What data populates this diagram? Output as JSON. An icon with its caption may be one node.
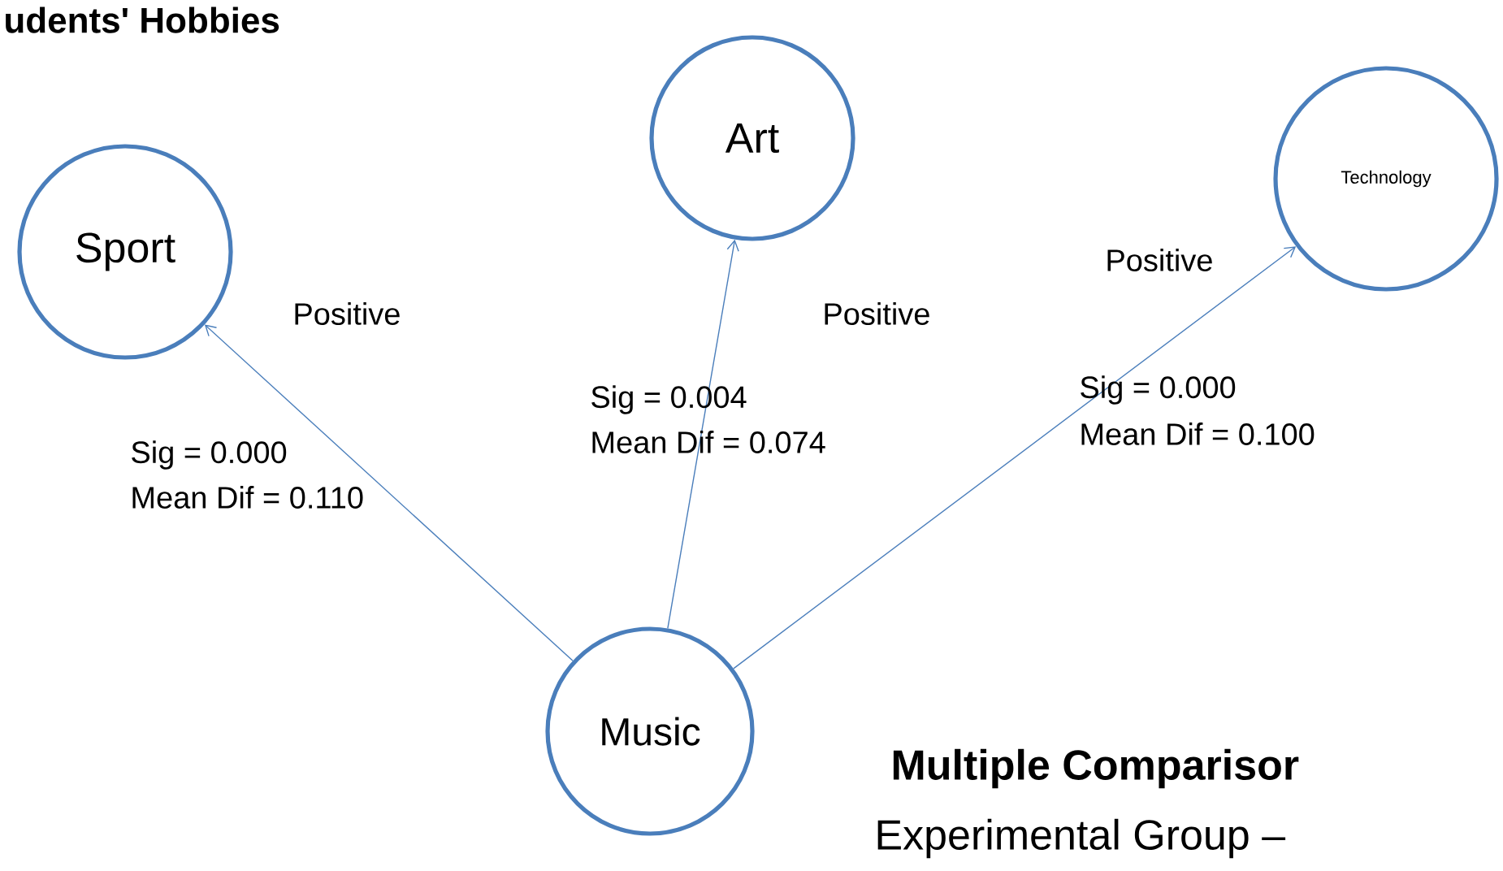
{
  "diagram": {
    "title": "udents' Hobbies",
    "nodes": [
      {
        "text": [
          "Sport"
        ]
      },
      {
        "text": [
          "Art"
        ]
      },
      {
        "text": [
          "Technology"
        ]
      },
      {
        "text": [
          "Music"
        ]
      }
    ],
    "edges": [
      {
        "from": 3,
        "to": 0,
        "arrow": "to"
      },
      {
        "from": 3,
        "to": 1,
        "arrow": "to"
      },
      {
        "from": 3,
        "to": 2,
        "arrow": "to"
      }
    ],
    "labels": [
      "Positive",
      "Sig = 0.000",
      "Mean Dif = 0.110",
      "Positive",
      "Sig = 0.004",
      "Mean Dif = 0.074",
      "Positive",
      "Sig = 0.000",
      "Mean Dif = 0.100",
      "Multiple Comparisor",
      "Experimental Group –"
    ]
  }
}
